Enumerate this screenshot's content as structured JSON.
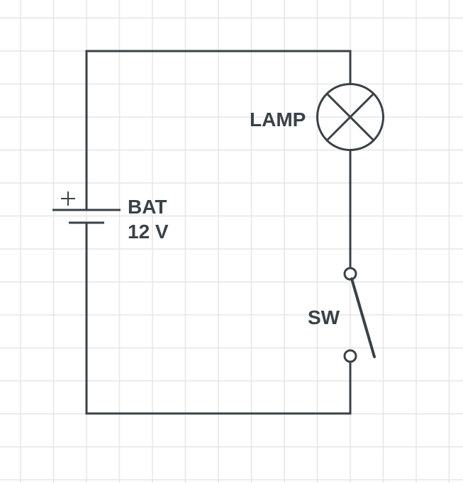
{
  "diagram": {
    "type": "circuit-schematic",
    "colors": {
      "wire": "#3a4146",
      "grid": "#e6e6e6",
      "background": "#ffffff",
      "label": "#3a4146"
    },
    "components": {
      "battery": {
        "name": "BAT",
        "value": "12 V",
        "polarity_mark": "+"
      },
      "lamp": {
        "name": "LAMP"
      },
      "switch": {
        "name": "SW",
        "state": "open"
      }
    }
  }
}
